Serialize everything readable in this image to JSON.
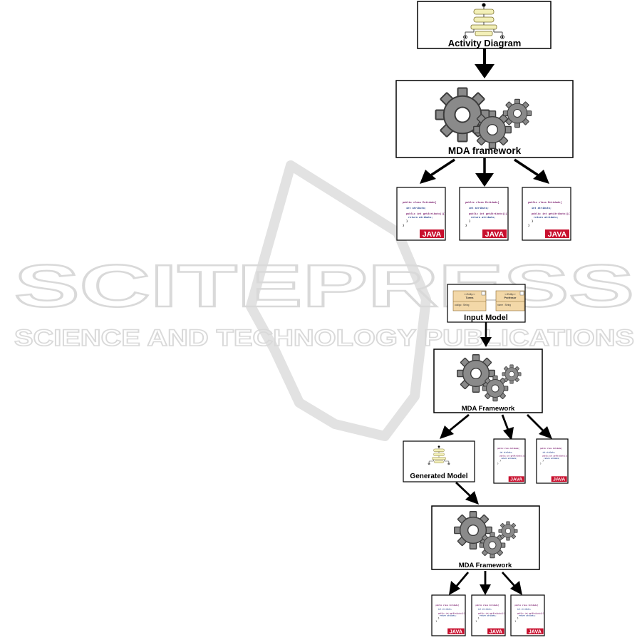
{
  "watermark": {
    "brand": "SCITEPRESS",
    "tagline": "SCIENCE AND TECHNOLOGY PUBLICATIONS"
  },
  "top_diagram": {
    "input_label": "Activity Diagram",
    "framework_label": "MDA framework"
  },
  "bottom_diagram": {
    "input_label": "Input Model",
    "framework1_label": "MDA Framework",
    "generated_label": "Generated Model",
    "framework2_label": "MDA Framework"
  },
  "java_label": "JAVA",
  "code_sample": {
    "class_line": "public class Entidade{",
    "field_line": "int atributo;",
    "method_line": "public int getAtributo(){",
    "return_line": "return atributo;",
    "close_method": "}",
    "close_class": "}"
  },
  "uml_classes": {
    "left_stereotype": "<<Entity>>",
    "left_name": "Turma",
    "left_attr": "codigo : String",
    "right_stereotype": "<<Entity>>",
    "right_name": "Professor",
    "right_attr": "nome : String"
  }
}
